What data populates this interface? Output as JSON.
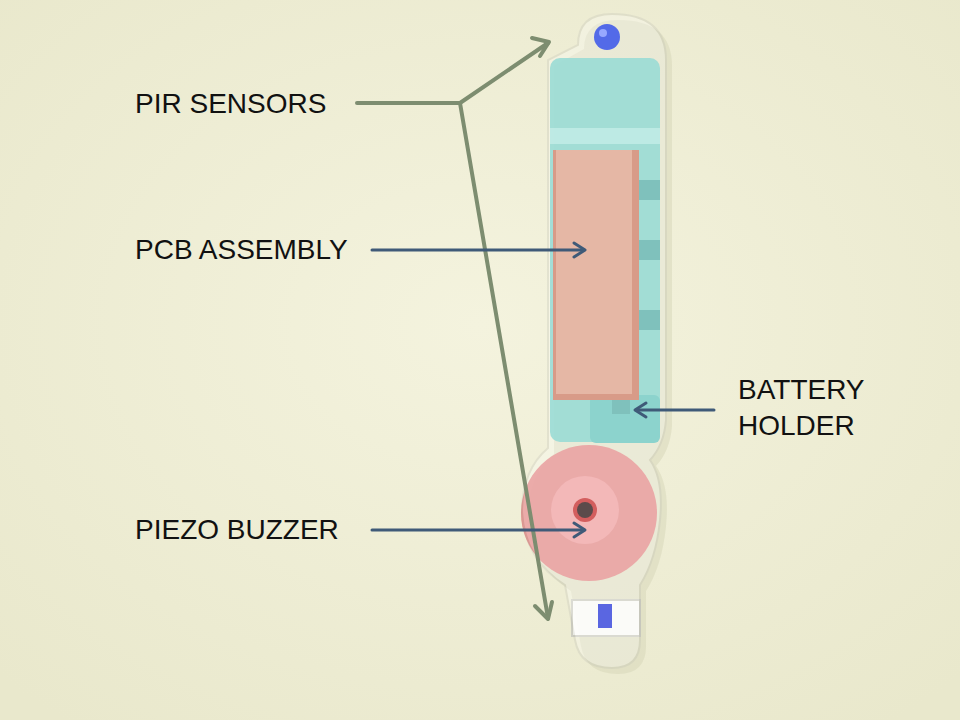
{
  "diagram": {
    "labels": [
      "PIR SENSORS",
      "PCB ASSEMBLY",
      "BATTERY HOLDER",
      "PIEZO BUZZER"
    ]
  }
}
